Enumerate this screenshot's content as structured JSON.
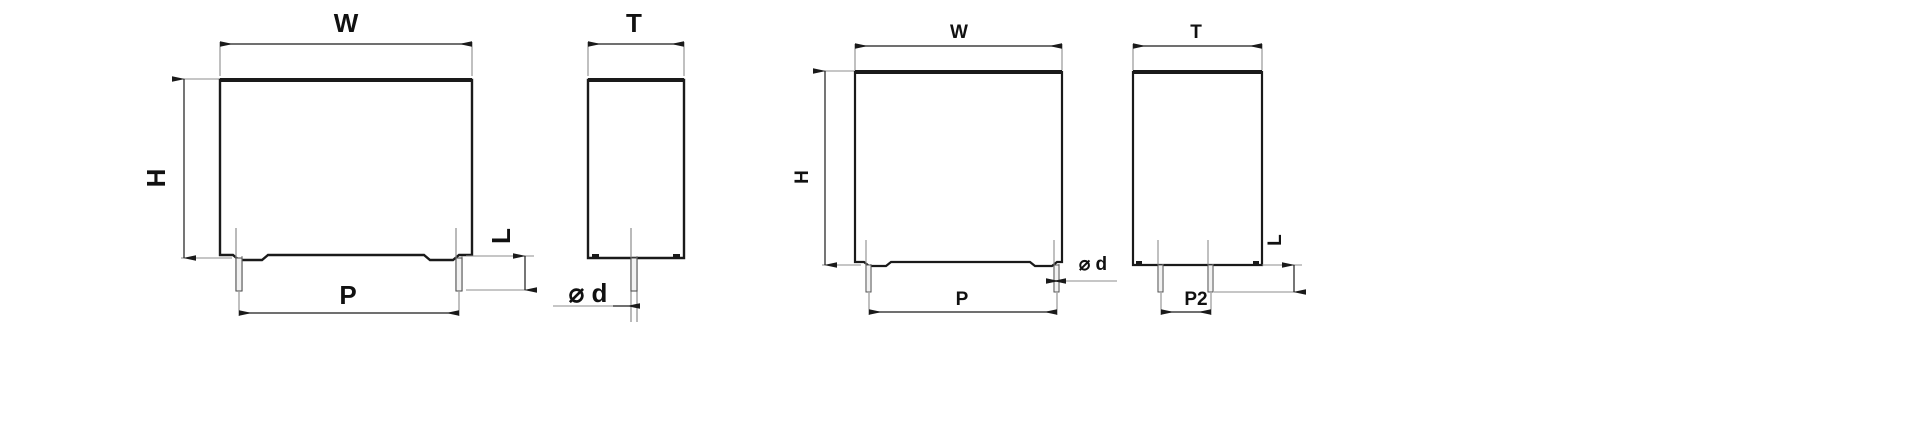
{
  "drawing": {
    "title": "Capacitor outline dimension drawing",
    "background_color": "#ffffff",
    "line_color": "#1a1a1a",
    "thin_line_color": "#8c8c8c",
    "views": [
      {
        "id": "view-1-front",
        "name": "left-front-view",
        "labels": {
          "width": "W",
          "height": "H",
          "pitch": "P",
          "lead_length": "L"
        }
      },
      {
        "id": "view-2-side",
        "name": "left-side-view",
        "labels": {
          "thickness": "T",
          "lead_diameter": "⌀ d"
        }
      },
      {
        "id": "view-3-front",
        "name": "right-front-view",
        "labels": {
          "width": "W",
          "height": "H",
          "pitch": "P",
          "lead_diameter": "⌀ d"
        }
      },
      {
        "id": "view-4-side",
        "name": "right-side-view",
        "labels": {
          "thickness": "T",
          "pitch2": "P2",
          "lead_length": "L"
        }
      }
    ],
    "labels": {
      "w1": "W",
      "h1": "H",
      "l1": "L",
      "p1": "P",
      "t1": "T",
      "d1": "⌀ d",
      "w2": "W",
      "h2": "H",
      "p2": "P",
      "d2": "⌀ d",
      "t2": "T",
      "p2b": "P2",
      "l2": "L"
    },
    "symbols": {
      "diameter": "⌀"
    }
  }
}
